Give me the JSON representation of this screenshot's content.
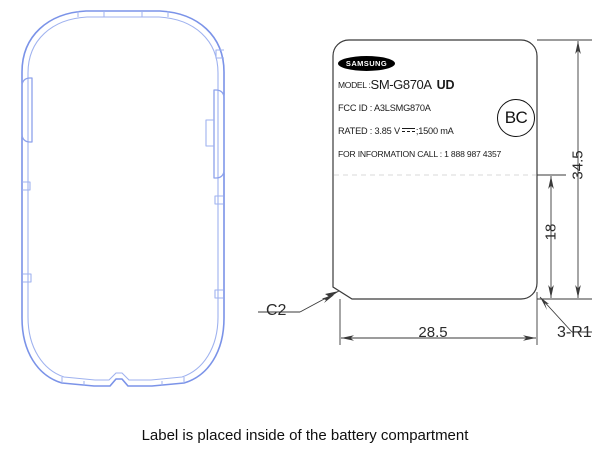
{
  "caption": "Label is placed inside of the battery compartment",
  "device_outline": {
    "name": "phone-back-outline",
    "stroke_color": "#7b93e8",
    "fill_color": "#ffffff",
    "buttons": [
      "volume-button-left",
      "power-button-right",
      "secondary-button-right"
    ]
  },
  "label": {
    "brand": "SAMSUNG",
    "rows": [
      {
        "key": "MODEL :",
        "value": "SM-G870A",
        "suffix": "UD"
      },
      {
        "key": "FCC ID :",
        "value": "A3LSMG870A",
        "suffix": ""
      },
      {
        "key": "RATED :",
        "value": "3.85 V",
        "suffix": ";1500 mA"
      },
      {
        "key": "FOR INFORMATION CALL :",
        "value": "1 888 987 4357",
        "suffix": ""
      }
    ],
    "model_line": {
      "keyword": "MODEL :",
      "model": "SM-G870A",
      "variant": "UD"
    },
    "fcc_line": "FCC ID : A3LSMG870A",
    "rated_line_prefix": "RATED : 3.85 V",
    "rated_line_suffix": ";1500 mA",
    "call_line": "FOR INFORMATION CALL : 1 888 987 4357",
    "certification_mark": "BC",
    "border_color": "#3a3a3a",
    "divider_color": "#e2e2e2"
  },
  "dimensions": {
    "width": "28.5",
    "inner_height": "18",
    "outer_height": "34.5",
    "chamfer_note": "C2",
    "radius_note": "3-R1",
    "unit_hint": "mm",
    "line_color": "#3a3a3a"
  }
}
